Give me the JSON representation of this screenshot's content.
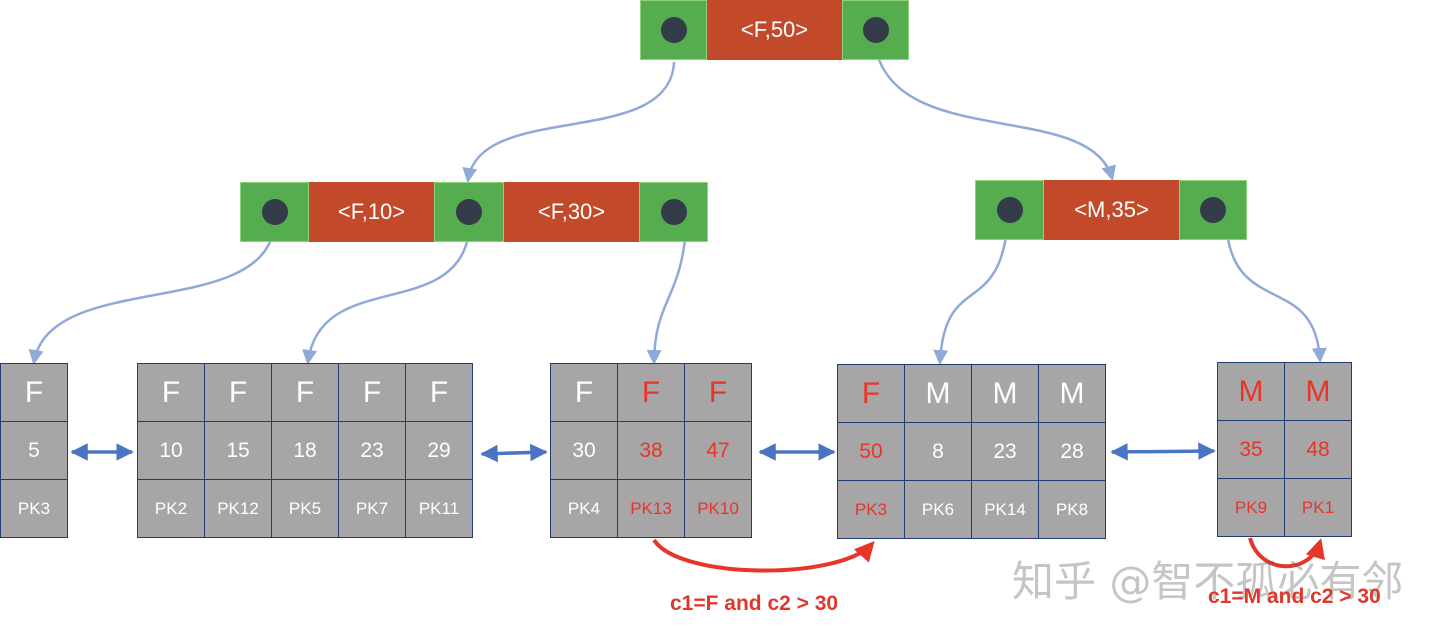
{
  "root": {
    "key": "<F,50>"
  },
  "internal_left": {
    "keys": [
      "<F,10>",
      "<F,30>"
    ]
  },
  "internal_right": {
    "key": "<M,35>"
  },
  "leaves": [
    {
      "c1": [
        "F"
      ],
      "c2": [
        "5"
      ],
      "pk": [
        "PK3"
      ],
      "highlight": [
        false
      ]
    },
    {
      "c1": [
        "F",
        "F",
        "F",
        "F",
        "F"
      ],
      "c2": [
        "10",
        "15",
        "18",
        "23",
        "29"
      ],
      "pk": [
        "PK2",
        "PK12",
        "PK5",
        "PK7",
        "PK11"
      ],
      "highlight": [
        false,
        false,
        false,
        false,
        false
      ]
    },
    {
      "c1": [
        "F",
        "F",
        "F"
      ],
      "c2": [
        "30",
        "38",
        "47"
      ],
      "pk": [
        "PK4",
        "PK13",
        "PK10"
      ],
      "highlight": [
        false,
        true,
        true
      ]
    },
    {
      "c1": [
        "F",
        "M",
        "M",
        "M"
      ],
      "c2": [
        "50",
        "8",
        "23",
        "28"
      ],
      "pk": [
        "PK3",
        "PK6",
        "PK14",
        "PK8"
      ],
      "highlight": [
        true,
        false,
        false,
        false
      ]
    },
    {
      "c1": [
        "M",
        "M"
      ],
      "c2": [
        "35",
        "48"
      ],
      "pk": [
        "PK9",
        "PK1"
      ],
      "highlight": [
        true,
        true
      ]
    }
  ],
  "annotations": {
    "query_f": "c1=F and c2 > 30",
    "query_m": "c1=M and c2 > 30"
  },
  "watermark": "知乎 @智不孤必有邻",
  "colors": {
    "pointer": "#55ad4f",
    "key": "#c24a2a",
    "cell": "#a7a5a6",
    "cell_border": "#1f3d73",
    "highlight": "#e8352a",
    "tree_link": "#8fa9d8",
    "sibling_arrow": "#4a74c4"
  }
}
